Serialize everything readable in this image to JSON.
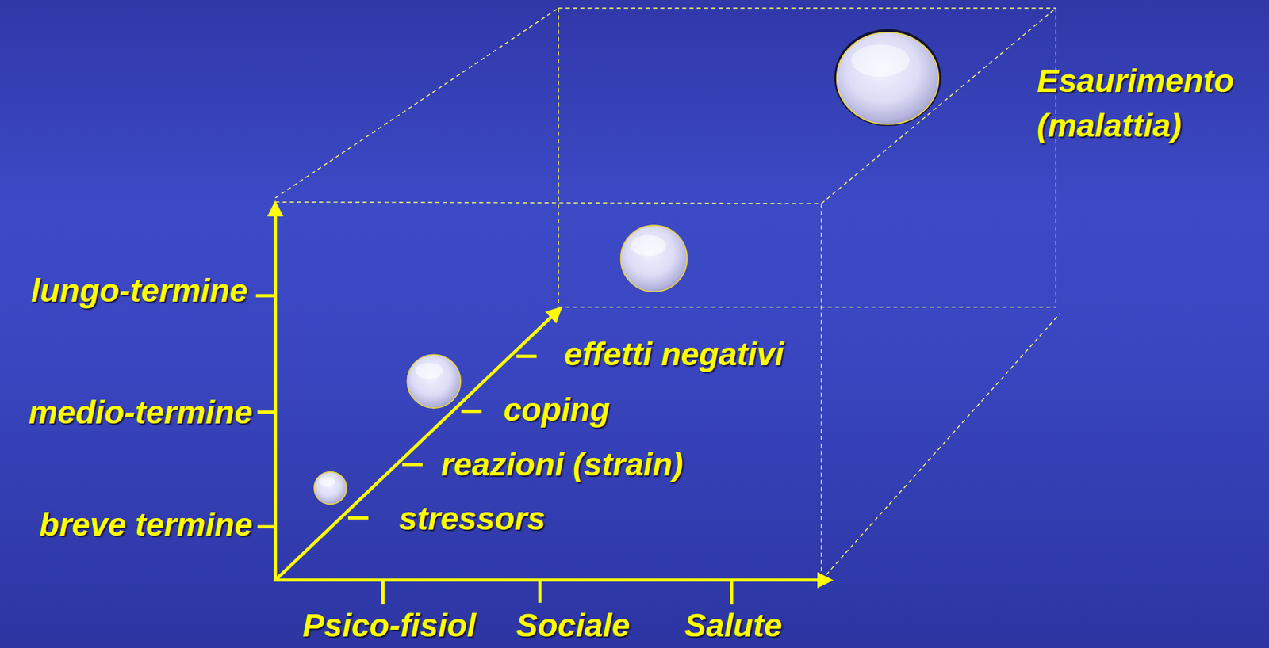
{
  "diagram": {
    "labels": [
      "lungo-termine",
      "medio-termine",
      "breve termine",
      "effetti negativi",
      "coping",
      "reazioni (strain)",
      "stressors",
      "Psico-fisiol",
      "Sociale",
      "Salute",
      "Esaurimento (malattia)"
    ]
  }
}
